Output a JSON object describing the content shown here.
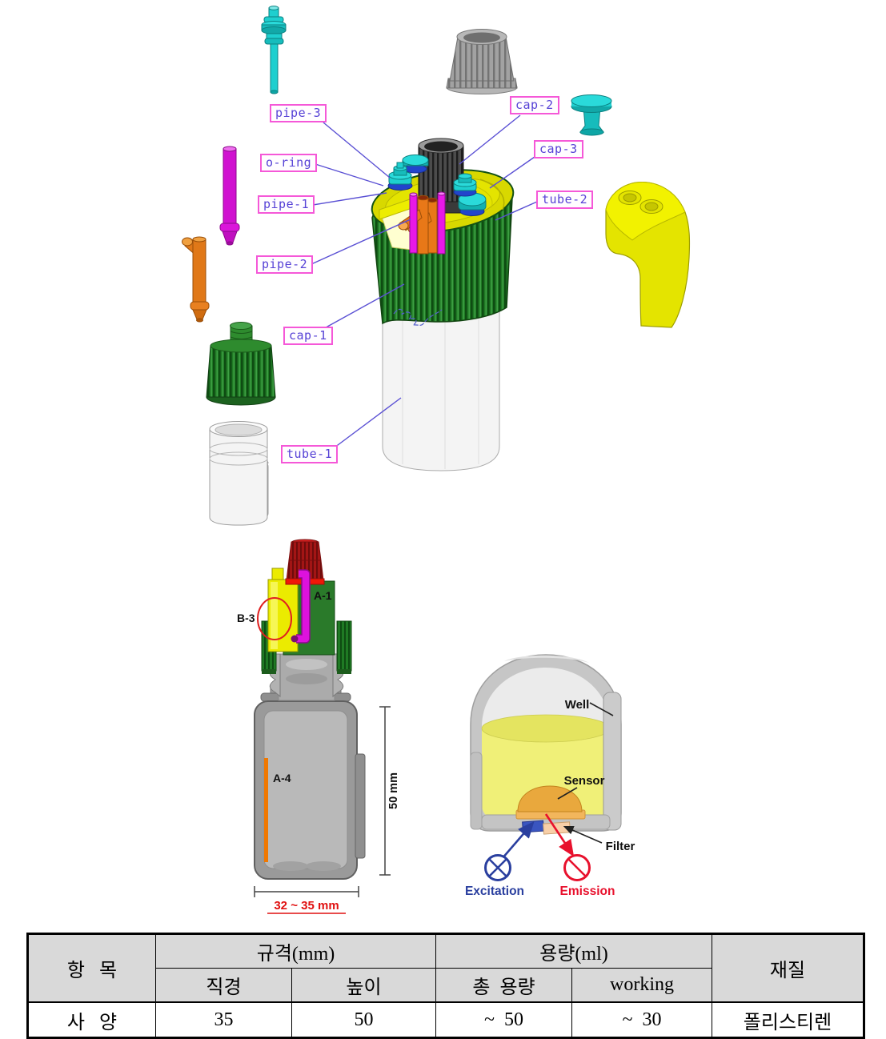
{
  "exploded_view": {
    "part_labels": {
      "pipe3": "pipe-3",
      "cap2": "cap-2",
      "oring": "o-ring",
      "cap3": "cap-3",
      "pipe1": "pipe-1",
      "tube2": "tube-2",
      "pipe2": "pipe-2",
      "cap1": "cap-1",
      "tube1": "tube-1"
    },
    "colors": {
      "label_border": "#f558d8",
      "label_text": "#5742d6",
      "leader_line": "#5a50d4",
      "teal_part": "#1ecfcf",
      "magenta_part": "#d012d0",
      "orange_part": "#e07818",
      "green_cap": "#1f7a24",
      "gray_cap": "#9b9b9b",
      "yellow_part": "#e4e400",
      "white_tube": "#f2f2f2"
    }
  },
  "cross_section": {
    "callouts": {
      "a1": "A-1",
      "b3": "B-3",
      "a4": "A-4"
    },
    "dimensions": {
      "height": "50 mm",
      "diameter": "32 ~ 35 mm"
    },
    "dimension_color": "#e01010"
  },
  "sensor_diagram": {
    "labels": {
      "well": "Well",
      "sensor": "Sensor",
      "filter": "Filter",
      "excitation": "Excitation",
      "emission": "Emission"
    },
    "colors": {
      "excitation": "#2a3f9f",
      "emission": "#e8112d",
      "sensor": "#e9a83d",
      "liquid": "#f0f078"
    }
  },
  "table": {
    "headers": {
      "item": "항   목",
      "spec": "규격(mm)",
      "diameter": "직경",
      "height": "높이",
      "capacity": "용량(ml)",
      "total": "총  용량",
      "working": "working",
      "material": "재질"
    },
    "row": {
      "item": "사   양",
      "diameter": "35",
      "height": "50",
      "total": "~  50",
      "working": "~  30",
      "material": "폴리스티렌"
    }
  }
}
